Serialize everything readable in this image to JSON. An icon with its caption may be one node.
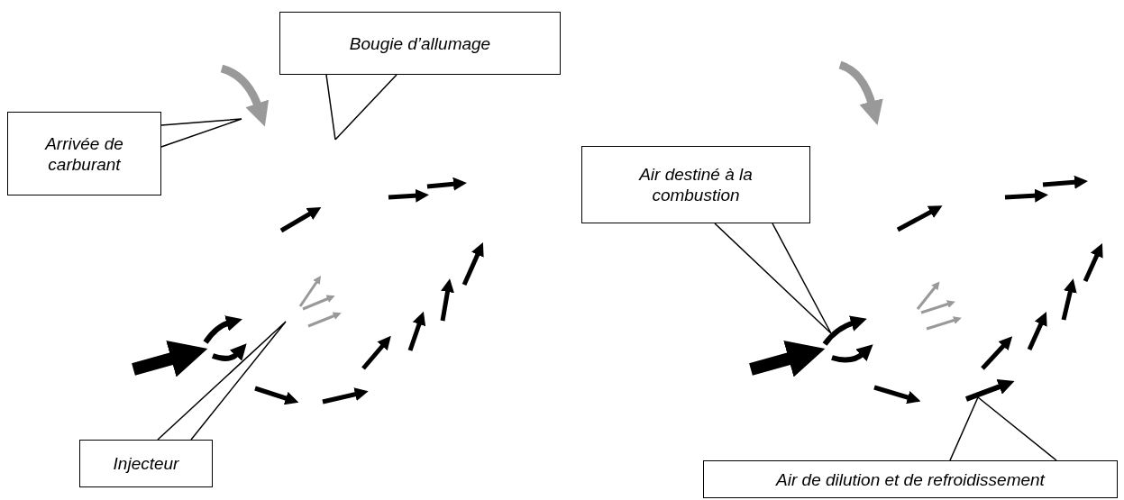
{
  "diagram": {
    "nodes": [
      {
        "text": [
          "Bougie d’allumage"
        ]
      },
      {
        "text": [
          "Arrivée de carburant"
        ]
      },
      {
        "text": [],
        "shape": "arrow"
      },
      {
        "text": [
          "Injecteur"
        ]
      },
      {
        "text": [
          "Air destiné à la combustion"
        ]
      },
      {
        "text": [],
        "shape": "arrow"
      },
      {
        "text": [
          "Air de dilution et de refroidissement"
        ]
      },
      {
        "text": [],
        "shape": "arrow"
      }
    ],
    "edges": [
      {
        "from": 0,
        "to": null,
        "arrow": "none"
      },
      {
        "from": 1,
        "to": 2,
        "arrow": "none"
      },
      {
        "from": 3,
        "to": null,
        "arrow": "none"
      },
      {
        "from": 4,
        "to": 5,
        "arrow": "none"
      },
      {
        "from": 6,
        "to": 7,
        "arrow": "none"
      }
    ]
  }
}
